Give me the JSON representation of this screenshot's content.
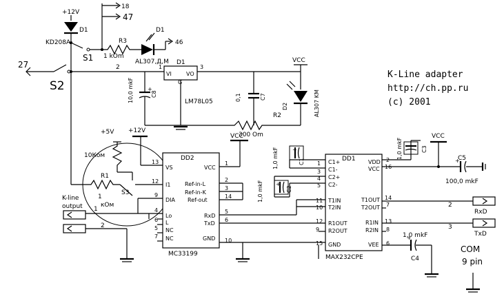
{
  "labels": {
    "plus12v_top": "+12V",
    "net18": "18",
    "net47": "47",
    "net46": "46",
    "net27": "27",
    "net2_top": "2",
    "net1_top": "1",
    "net3_top": "3",
    "d1_part": "KD208A",
    "d1_ref": "D1",
    "s1": "S1",
    "s2": "S2",
    "r3_ref": "R3",
    "r3_val": "1 kOm",
    "led1_ref": "D1",
    "led1_part": "AL307,Д,М",
    "reg_ref": "D1",
    "reg_vi": "VI",
    "reg_g": "G",
    "reg_vo": "VO",
    "reg_part": "LM78L05",
    "c8_ref": "C8",
    "c8_val": "10,0 mkF",
    "c7_ref": "C7",
    "c7_val": "0,1",
    "vcc_led": "VCC",
    "led2_ref": "D2",
    "led2_part": "AL307 KM",
    "r2_ref": "R2",
    "r2_val": "300 Om",
    "title1": "K-Line adapter",
    "title2": "http://ch.pp.ru",
    "title3": "(c) 2001",
    "plus5v": "+5V",
    "plus12v_mid": "+12V",
    "r10k": "10Ком",
    "r1_ref": "R1",
    "r1_val": "1",
    "r1_unit": "кОм",
    "s3": "S3",
    "kline_out1": "K-line",
    "kline_out2": "output",
    "conn_pin1": "1",
    "conn_pin2": "2",
    "dd2_ref": "DD2",
    "dd2_part": "MC33199",
    "dd2_pins": {
      "vs": "VS",
      "vs_n": "13",
      "ii": "I1",
      "ii_n": "12",
      "dia": "DIA",
      "dia_n": "9",
      "lo": "Lo",
      "lo_n": "4",
      "l": "L",
      "l_n": "6",
      "nc1": "NC",
      "nc1_n": "5",
      "nc2": "NC",
      "nc2_n": "7",
      "vcc": "VCC",
      "vcc_n": "1",
      "refl": "Ref-in-L",
      "refl_n": "2",
      "refk": "Ref-in-K",
      "refk_n": "3",
      "refout": "Ref-out",
      "refout_n": "14",
      "rxd": "RxD",
      "rxd_n": "5",
      "txd": "TxD",
      "txd_n": "6",
      "gnd": "GND",
      "gnd_n": "10"
    },
    "vcc_dd2": "VCC",
    "dd1_ref": "DD1",
    "dd1_part": "MAX232CPE",
    "dd1_pins": {
      "c1p": "C1+",
      "c1p_n": "1",
      "c1m": "C1-",
      "c1m_n": "3",
      "c2p": "C2+",
      "c2p_n": "4",
      "c2m": "C2-",
      "c2m_n": "5",
      "t1in": "T1IN",
      "t1in_n": "11",
      "t2in": "T2IN",
      "t2in_n": "10",
      "r1out": "R1OUT",
      "r1out_n": "12",
      "r2out": "R2OUT",
      "r2out_n": "9",
      "gnd": "GND",
      "gnd_n": "15",
      "vdd": "VDD",
      "vdd_n": "2",
      "vcc": "VCC",
      "vcc_n": "16",
      "t1out": "T1OUT",
      "t1out_n": "14",
      "t2out": "T2OUT",
      "t2out_n": "7",
      "r1in": "R1IN",
      "r1in_n": "13",
      "r2in": "R2IN",
      "r2in_n": "8",
      "vee": "VEE",
      "vee_n": "6"
    },
    "c1_ref": "C1",
    "c1_val": "1,0 mkF",
    "c2_ref": "C2",
    "c2_val": "1,0 mkF",
    "c3_ref": "C3",
    "c3_val": "1,0 mkF",
    "vcc_dd1": "VCC",
    "c5_ref": "C5",
    "c5_val": "100,0 mkF",
    "c4_ref": "C4",
    "c4_val": "1,0 mkF",
    "rxd_pin": "2",
    "rxd_lbl": "RxD",
    "txd_pin": "3",
    "txd_lbl": "TxD",
    "com1": "COM",
    "com2": "9 pin"
  }
}
